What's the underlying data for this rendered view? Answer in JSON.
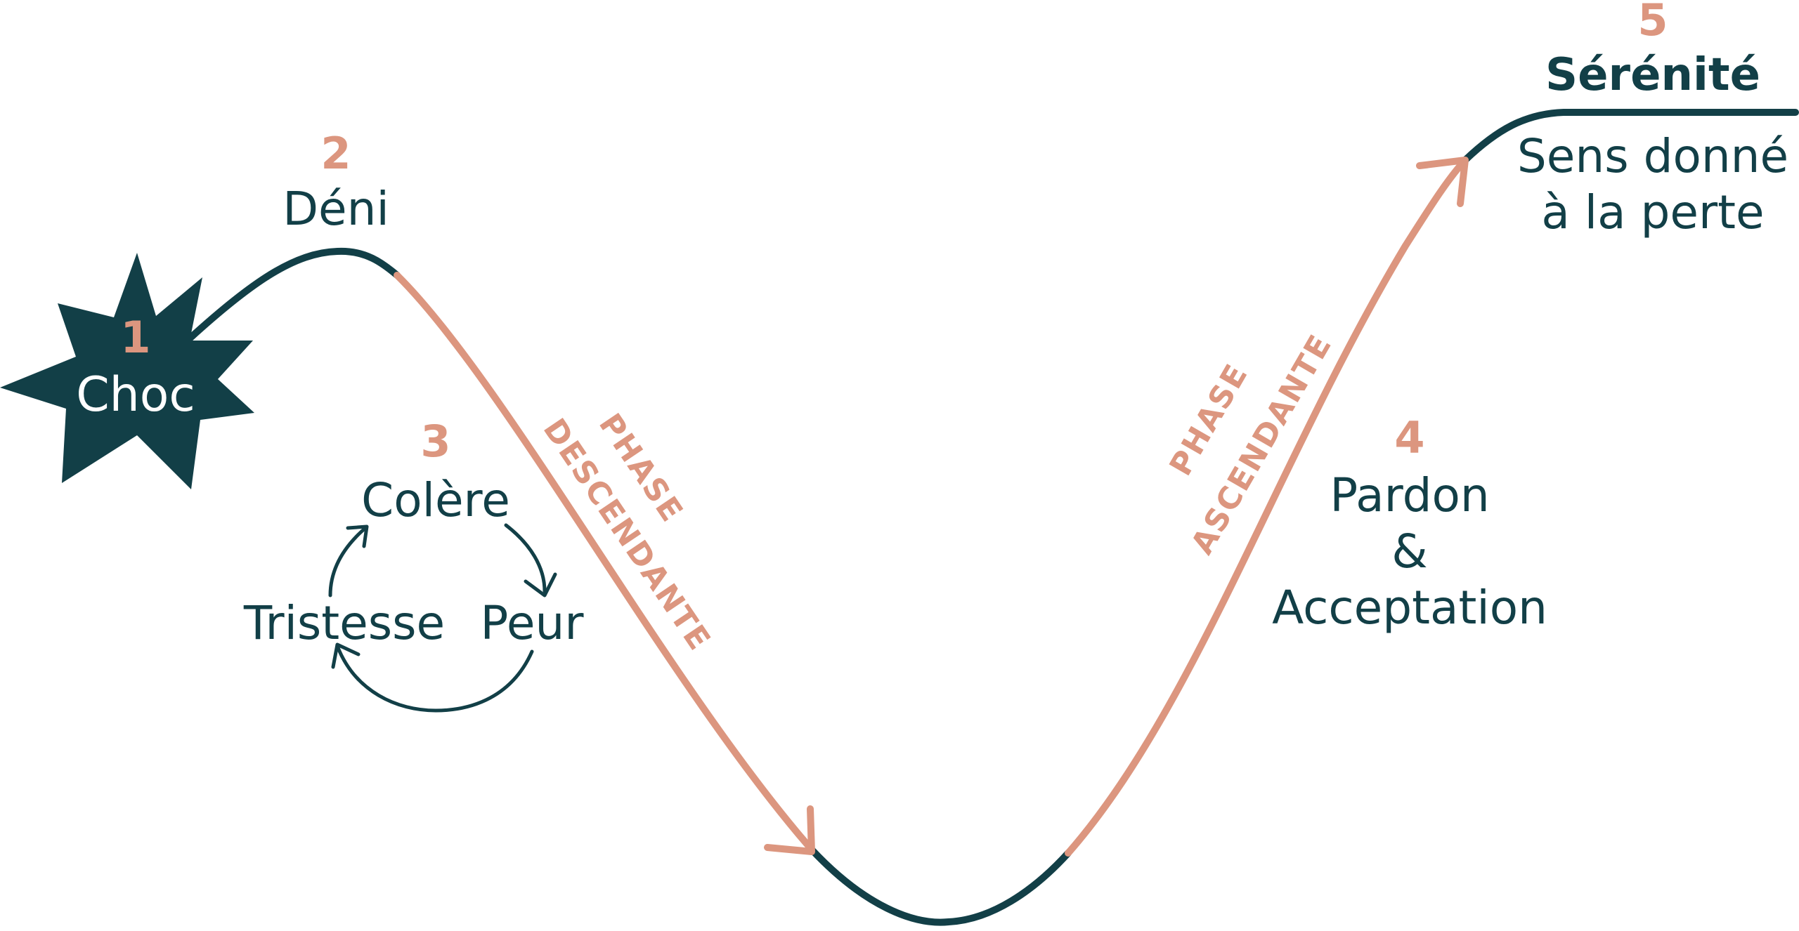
{
  "stages": {
    "choc": {
      "number": "1",
      "label": "Choc"
    },
    "deni": {
      "number": "2",
      "label": "Déni"
    },
    "emotions": {
      "number": "3",
      "cycle": [
        "Colère",
        "Peur",
        "Tristesse"
      ]
    },
    "pardon": {
      "number": "4",
      "line1": "Pardon",
      "line2": "&",
      "line3": "Acceptation"
    },
    "serenite": {
      "number": "5",
      "title": "Sérénité",
      "line1": "Sens donné",
      "line2": "à la perte"
    }
  },
  "phases": {
    "descending_line1": "PHASE",
    "descending_line2": "DESCENDANTE",
    "ascending_line1": "PHASE",
    "ascending_line2": "ASCENDANTE"
  },
  "colors": {
    "dark": "#123f47",
    "accent": "#dc967f",
    "background": "#ffffff"
  }
}
